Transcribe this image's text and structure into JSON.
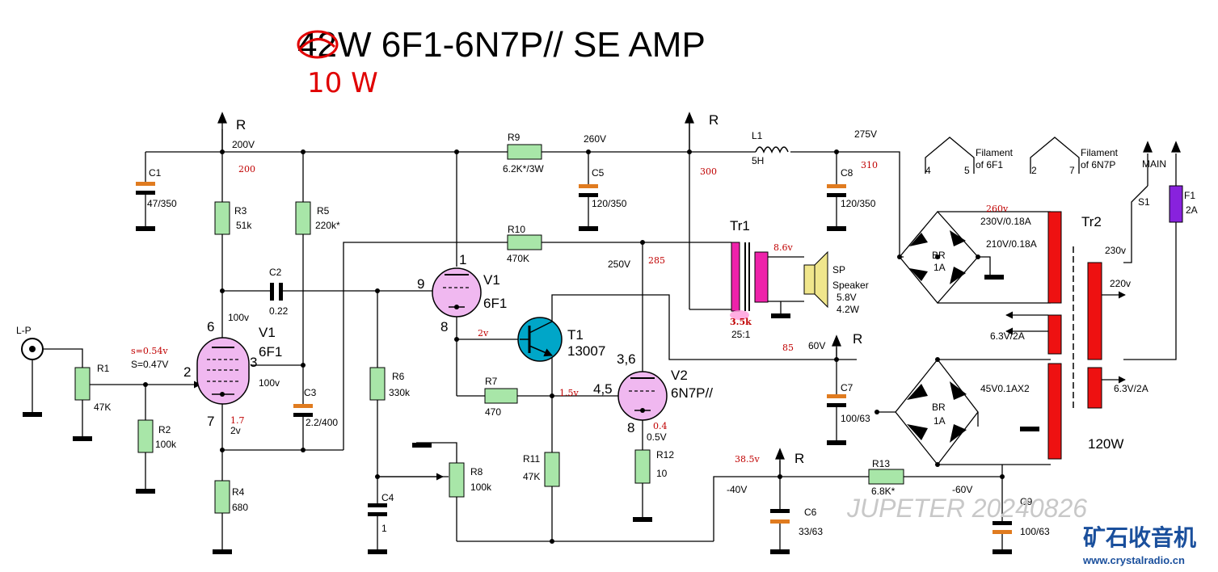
{
  "title": {
    "struck_text": "42",
    "main_text": "W 6F1-6N7P//  SE  AMP",
    "handwritten_correction": "10 W"
  },
  "colors": {
    "wire": "#000000",
    "resistor": "#a8e6a8",
    "capacitor_plate": "#e07b1f",
    "tube": "#f0b8f0",
    "transformer": "#ee1111",
    "output_transformer": "#ee22aa",
    "fuse": "#8822dd",
    "speaker": "#f0e68c",
    "annotation": "#c00000"
  },
  "rails": {
    "r_marks": [
      "R",
      "R",
      "R",
      "R"
    ],
    "v200": "200V",
    "v260": "260V",
    "v275": "275V",
    "v250": "250V",
    "v60": "60V",
    "vm40": "-40V",
    "vm60": "-60V",
    "v100a": "100v",
    "v100b": "100v",
    "v2": "2v",
    "v05": "0.5V"
  },
  "annotations": {
    "a200": "200",
    "a300": "300",
    "a310": "310",
    "a285": "285",
    "a85": "85",
    "a2v": "2v",
    "a15v": "1.5v",
    "a17": "1.7",
    "a04": "0.4",
    "a054": "s=0.54v",
    "a86": "8.6v",
    "a35k": "3.5k",
    "a385": "38.5v",
    "a260": "260v"
  },
  "components": {
    "R1": {
      "name": "R1",
      "value": "47K"
    },
    "R2": {
      "name": "R2",
      "value": "100k"
    },
    "R3": {
      "name": "R3",
      "value": "51k"
    },
    "R4": {
      "name": "R4",
      "value": "680"
    },
    "R5": {
      "name": "R5",
      "value": "220k*"
    },
    "R6": {
      "name": "R6",
      "value": "330k"
    },
    "R7": {
      "name": "R7",
      "value": "470"
    },
    "R8": {
      "name": "R8",
      "value": "100k"
    },
    "R9": {
      "name": "R9",
      "value": "6.2K*/3W"
    },
    "R10": {
      "name": "R10",
      "value": "470K"
    },
    "R11": {
      "name": "R11",
      "value": "47K"
    },
    "R12": {
      "name": "R12",
      "value": "10"
    },
    "R13": {
      "name": "R13",
      "value": "6.8K*"
    },
    "C1": {
      "name": "C1",
      "value": "47/350"
    },
    "C2": {
      "name": "C2",
      "value": "0.22"
    },
    "C3": {
      "name": "C3",
      "value": "2.2/400"
    },
    "C4": {
      "name": "C4",
      "value": "1"
    },
    "C5": {
      "name": "C5",
      "value": "120/350"
    },
    "C6": {
      "name": "C6",
      "value": "33/63"
    },
    "C7": {
      "name": "C7",
      "value": "100/63"
    },
    "C8": {
      "name": "C8",
      "value": "120/350"
    },
    "C9": {
      "name": "C9",
      "value": "100/63"
    },
    "L1": {
      "name": "L1",
      "value": "5H"
    },
    "V1a": {
      "name": "V1",
      "type": "6F1"
    },
    "V1b": {
      "name": "V1",
      "type": "6F1"
    },
    "V2": {
      "name": "V2",
      "type": "6N7P//"
    },
    "T1": {
      "name": "T1",
      "type": "13007"
    },
    "Tr1": {
      "name": "Tr1",
      "ratio": "25:1"
    },
    "Tr2": {
      "name": "Tr2",
      "rating": "120W"
    },
    "F1": {
      "name": "F1",
      "value": "2A"
    },
    "S1": {
      "name": "S1"
    },
    "BR1": {
      "name": "BR",
      "value": "1A"
    },
    "BR2": {
      "name": "BR",
      "value": "1A"
    }
  },
  "pins": {
    "p6": "6",
    "p2": "2",
    "p3": "3",
    "p7": "7",
    "p1": "1",
    "p9": "9",
    "p8a": "8",
    "p36": "3,6",
    "p45": "4,5",
    "p8b": "8"
  },
  "labels": {
    "input": "L-P",
    "s047": "S=0.47V",
    "sp": "SP",
    "speaker": "Speaker",
    "sp_v": "5.8V",
    "sp_w": "4.2W",
    "fil1": "Filament",
    "fil1b": "of 6F1",
    "fil2": "Filament",
    "fil2b": "of 6N7P",
    "fil_p4": "4",
    "fil_p5": "5",
    "fil_p2": "2",
    "fil_p7": "7",
    "main": "MAIN",
    "w230a": "230V/0.18A",
    "w210": "210V/0.18A",
    "w63a": "6.3V/2A",
    "w45": "45V0.1AX2",
    "p230": "230v",
    "p220": "220v",
    "w63b": "6.3V/2A"
  },
  "watermark": "JUPETER 20240826",
  "logo": {
    "text": "矿石收音机",
    "url": "www.crystalradio.cn"
  }
}
